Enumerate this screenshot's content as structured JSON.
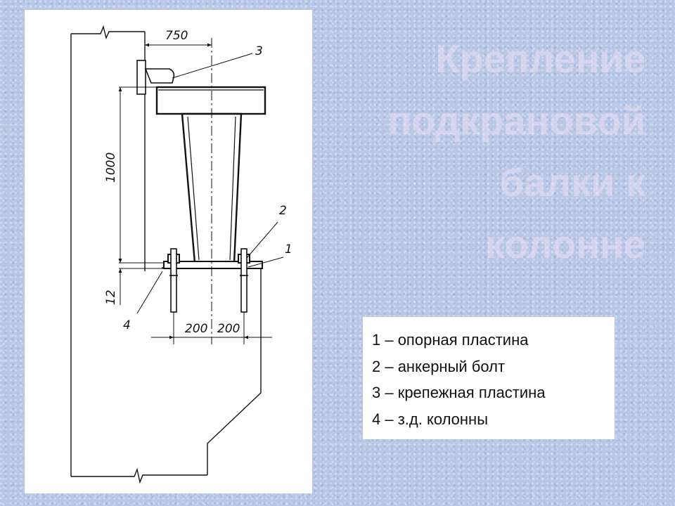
{
  "title": "Крепление подкрановой балки к колонне",
  "colors": {
    "background": "#b9c8e6",
    "title": "#ecdff5",
    "drawing_line": "#111111"
  },
  "drawing": {
    "dimensions": {
      "top_offset": "750",
      "height": "1000",
      "plate_thickness": "12",
      "bolt_left": "200",
      "bolt_right": "200"
    },
    "callouts": [
      "1",
      "2",
      "3",
      "4"
    ]
  },
  "legend": [
    "1 – опорная пластина",
    "2 – анкерный болт",
    "3 – крепежная пластина",
    "4 – з.д. колонны"
  ]
}
